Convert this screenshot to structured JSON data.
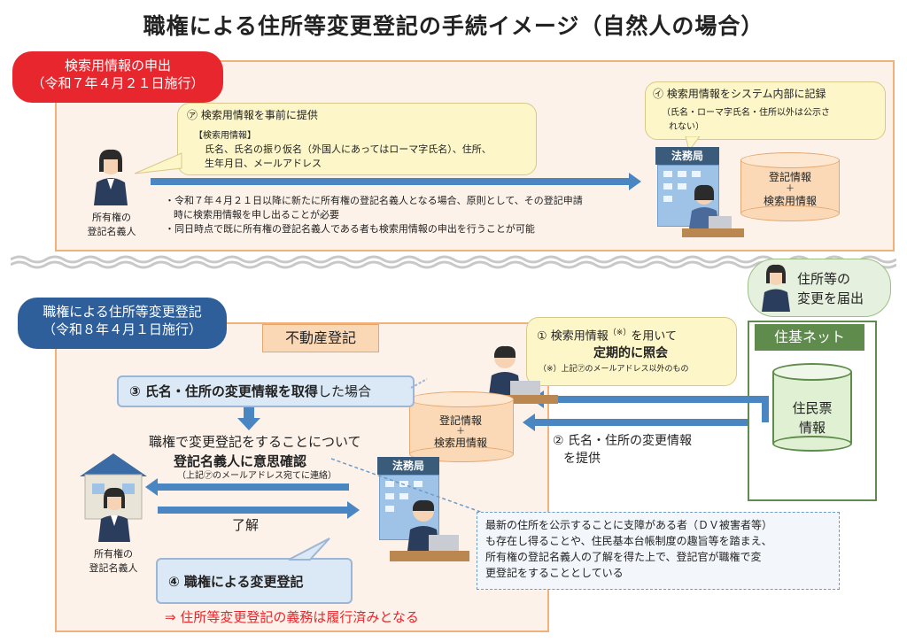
{
  "title": "職権による住所等変更登記の手続イメージ（自然人の場合）",
  "top": {
    "badge_line1": "検索用情報の申出",
    "badge_line2": "（令和７年４月２１日施行）",
    "bubble_a_title": "㋐ 検索用情報を事前に提供",
    "bubble_a_sub": "【検索用情報】",
    "bubble_a_body1": "氏名、氏名の振り仮名（外国人にあってはローマ字氏名）、住所、",
    "bubble_a_body2": "生年月日、メールアドレス",
    "owner_label1": "所有権の",
    "owner_label2": "登記名義人",
    "note1": "・令和７年４月２１日以降に新たに所有権の登記名義人となる場合、原則として、その登記申請",
    "note1b": "時に検索用情報を申し出ることが必要",
    "note2": "・同日時点で既に所有権の登記名義人である者も検索用情報の申出を行うことが可能",
    "bubble_b_title": "㋑ 検索用情報をシステム内部に記録",
    "bubble_b_body1": "（氏名・ローマ字氏名・住所以外は公示さ",
    "bubble_b_body2": "れない）",
    "houmukyoku": "法務局",
    "db_line1": "登記情報",
    "db_plus": "＋",
    "db_line2": "検索用情報"
  },
  "bottom": {
    "badge_line1": "職権による住所等変更登記",
    "badge_line2": "（令和８年４月１日施行）",
    "fudosan": "不動産登記",
    "jusho_bubble1": "住所等の",
    "jusho_bubble2": "変更を届出",
    "jukinet": "住基ネット",
    "juminhyo1": "住民票",
    "juminhyo2": "情報",
    "step1_a": "① 検索用情報",
    "step1_sup": "（※）",
    "step1_b": "を用いて",
    "step1_bold": "定期的に照会",
    "step1_note": "（※）上記㋐のメールアドレス以外のもの",
    "step2_a": "② 氏名・住所の変更情報",
    "step2_b": "を提供",
    "step3_bold": "③ 氏名・住所の変更情報を取得",
    "step3_rest": "した場合",
    "confirm1": "職権で変更登記をすることについて",
    "confirm2": "登記名義人に意思確認",
    "confirm3": "（上記㋐のメールアドレス宛てに連絡）",
    "ryokai": "了解",
    "owner_label1": "所有権の",
    "owner_label2": "登記名義人",
    "step4": "④ 職権による変更登記",
    "result": "⇒ 住所等変更登記の義務は履行済みとなる",
    "houmukyoku": "法務局",
    "db_line1": "登記情報",
    "db_plus": "＋",
    "db_line2": "検索用情報",
    "dv1": "最新の住所を公示することに支障がある者（ＤＶ被害者等）",
    "dv2": "も存在し得ることや、住民基本台帳制度の趣旨等を踏まえ、",
    "dv3": "所有権の登記名義人の了解を得た上で、登記官が職権で変",
    "dv4": "更登記をすることとしている"
  },
  "colors": {
    "red": "#e8262d",
    "blue": "#2e5f9a",
    "panel_orange": "#f0b27a",
    "green_box": "#5f8b4c",
    "arrow_blue": "#4a86c2"
  }
}
